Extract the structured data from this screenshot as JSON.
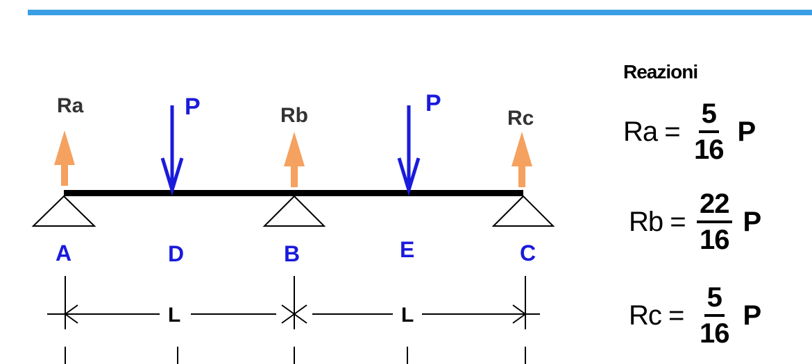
{
  "colors": {
    "top_rule": "#3a9ee4",
    "beam": "#000000",
    "applied_load": "#1a1adc",
    "reaction_arrow": "#f5a15f",
    "node_label": "#1a1adc"
  },
  "diagram": {
    "nodes": [
      "A",
      "D",
      "B",
      "E",
      "C"
    ],
    "loads": [
      {
        "label": "P",
        "at": "D"
      },
      {
        "label": "P",
        "at": "E"
      }
    ],
    "reactions": [
      {
        "label": "Ra",
        "at": "A"
      },
      {
        "label": "Rb",
        "at": "B"
      },
      {
        "label": "Rc",
        "at": "C"
      }
    ],
    "spans": [
      {
        "label": "L",
        "from": "A",
        "to": "B"
      },
      {
        "label": "L",
        "from": "B",
        "to": "C"
      }
    ]
  },
  "panel": {
    "title": "Reazioni",
    "equations": [
      {
        "name": "Ra =",
        "numerator": "5",
        "denominator": "16",
        "unit": "P"
      },
      {
        "name": "Rb =",
        "numerator": "22",
        "denominator": "16",
        "unit": "P"
      },
      {
        "name": "Rc =",
        "numerator": "5",
        "denominator": "16",
        "unit": "P"
      }
    ]
  }
}
